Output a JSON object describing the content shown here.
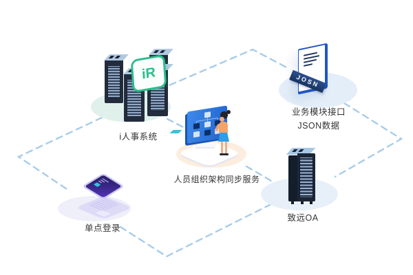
{
  "diagram": {
    "nodes": {
      "hr_system": {
        "label": "i人事系统",
        "logo_text": "iR"
      },
      "json_api": {
        "label_line1": "业务模块接口",
        "label_line2": "JSON数据",
        "doc_banner": "JOSN"
      },
      "sync_service": {
        "label": "人员组织架构同步服务"
      },
      "sso": {
        "label": "单点登录"
      },
      "oa": {
        "label": "致远OA"
      }
    },
    "edges": [
      {
        "from": "hr_system",
        "to": "sso",
        "via": "left-corner"
      },
      {
        "from": "hr_system",
        "to": "json_api",
        "via": "top-corner"
      },
      {
        "from": "json_api",
        "to": "oa",
        "via": "right-corner"
      },
      {
        "from": "sso",
        "to": "oa",
        "via": "bottom-corner"
      },
      {
        "from": "hr_system",
        "to": "sync_service",
        "via": "direct"
      },
      {
        "from": "sync_service",
        "to": "oa",
        "via": "direct"
      }
    ],
    "colors": {
      "connector": "#A7CCE9",
      "accent_green": "#2BBE8B",
      "doc_blue": "#2156C4",
      "screen_blue": "#2E78DC",
      "laptop_purple": "#5131B8",
      "server_dark": "#1C2636",
      "person_top_orange": "#F2A46B",
      "person_skirt_blue": "#2E9CE8",
      "ellipse_mint": "#E0F1EB",
      "ellipse_blue": "#E4EEF8",
      "ellipse_peach": "#FCEEDF",
      "ellipse_lavender": "#EFEFFA"
    }
  }
}
